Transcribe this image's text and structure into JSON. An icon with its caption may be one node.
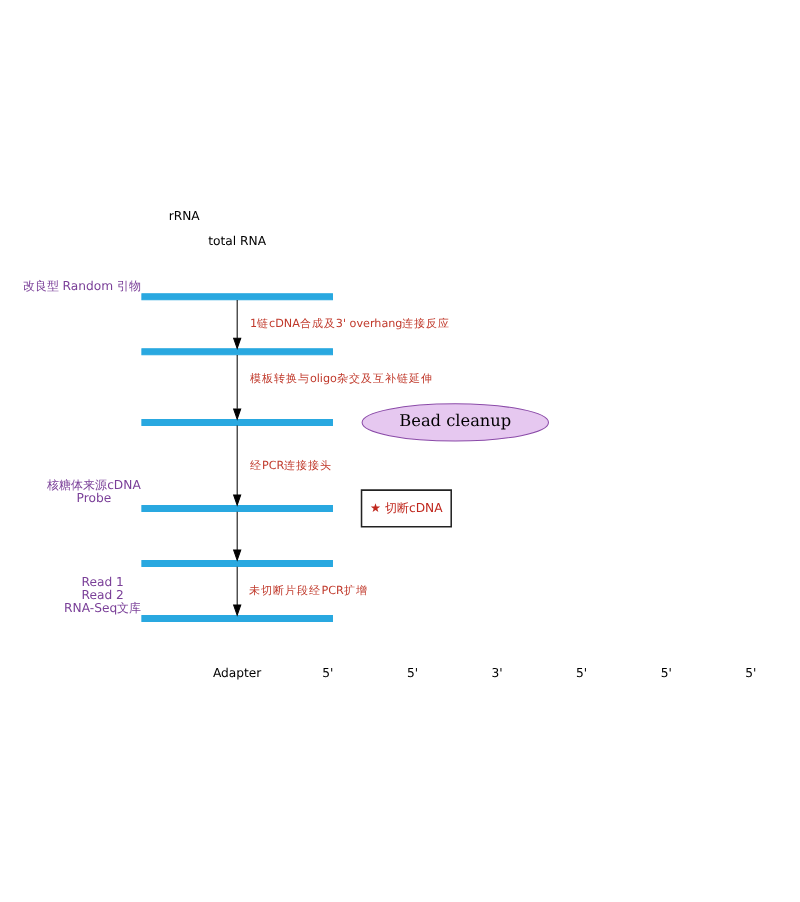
{
  "diagram": {
    "nodes": [
      {
        "text": [
          "total RNA"
        ],
        "beside": [
          "rRNA"
        ]
      },
      {
        "text": [],
        "shape": "bar",
        "beside": [
          "改良型 Random 引物"
        ]
      },
      {
        "text": [],
        "shape": "bar"
      },
      {
        "text": [],
        "shape": "bar"
      },
      {
        "text": [
          "Bead cleanup"
        ]
      },
      {
        "text": [],
        "shape": "bar",
        "beside": [
          "核糖体来源cDNA",
          "Probe"
        ]
      },
      {
        "text": [
          "★ 切断cDNA"
        ]
      },
      {
        "text": [],
        "shape": "bar"
      },
      {
        "text": [],
        "shape": "bar",
        "beside": [
          "Read 1",
          "Read 2",
          "RNA-Seq文库"
        ]
      }
    ],
    "edges": [
      {
        "from": 1,
        "to": 2,
        "arrow": "to",
        "label": "1链cDNA合成及3' overhang连接反应"
      },
      {
        "from": 2,
        "to": 3,
        "arrow": "to",
        "label": "模板转换与oligo杂交及互补链延伸"
      },
      {
        "from": 3,
        "to": 5,
        "arrow": "to",
        "label": "经PCR连接接头"
      },
      {
        "from": 5,
        "to": 7,
        "arrow": "to"
      },
      {
        "from": 7,
        "to": 8,
        "arrow": "to",
        "label": "未切断片段经PCR扩增"
      }
    ],
    "labels": [
      "Adapter",
      "5'",
      "5'",
      "3'",
      "5'",
      "5'",
      "5'"
    ]
  }
}
